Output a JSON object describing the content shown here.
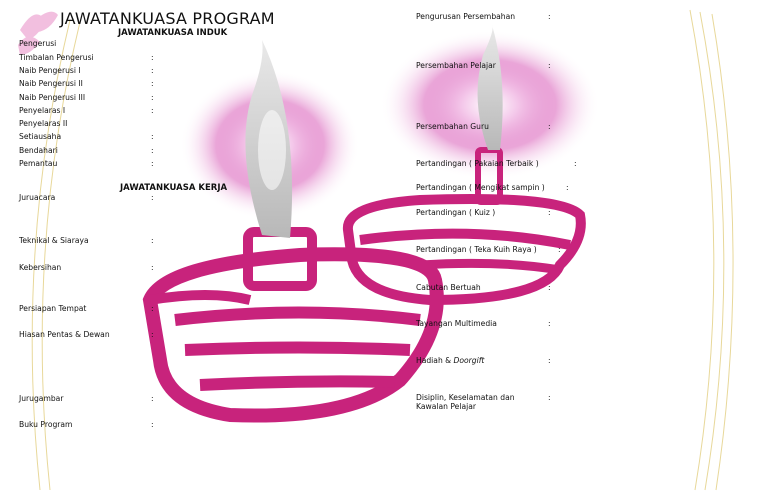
{
  "title": "JAWATANKUASA PROGRAM",
  "sections": {
    "induk": "JAWATANKUASA INDUK",
    "kerja": "JAWATANKUASA KERJA"
  },
  "colon": ":",
  "left_roles": [
    "Pengerusi",
    "Timbalan Pengerusi",
    "Naib Pengerusi I",
    "Naib Pengerusi II",
    "Naib Pengerusi III",
    "Penyelaras I",
    "Penyelaras II",
    "Setiausaha",
    "Bendahari",
    "Pemantau",
    "Juruacara",
    "Teknikal & Siaraya",
    "Kebersihan",
    "Persiapan Tempat",
    "Hiasan Pentas & Dewan",
    "Jurugambar",
    "Buku Program"
  ],
  "right_roles": [
    "Pengurusan Persembahan",
    "Persembahan Pelajar",
    "Persembahan Guru",
    "Pertandingan  ( Pakaian Terbaik )",
    "Pertandingan  ( Mengikat sampin )",
    "Pertandingan  ( Kuiz )",
    "Pertandingan  ( Teka Kuih Raya )",
    "Cabutan Bertuah",
    "Tayangan Multimedia",
    "Hadiah & ",
    "Disiplin, Keselamatan dan Kawalan Pelajar"
  ],
  "doorgift": "Doorgift",
  "colors": {
    "candle": "#c8237c",
    "glow": "#e070c0",
    "border": "#e8d89a"
  }
}
